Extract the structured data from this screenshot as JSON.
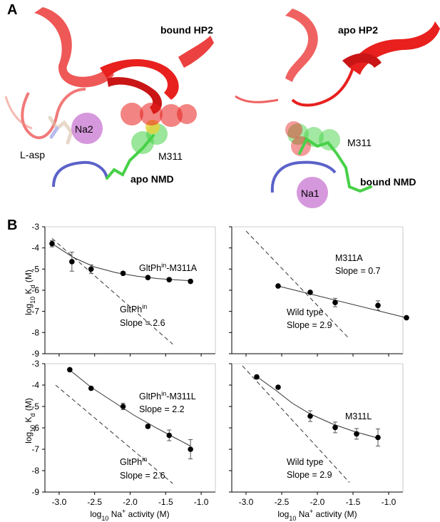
{
  "figure": {
    "panel_a_letter": "A",
    "panel_b_letter": "B"
  },
  "structure": {
    "left": {
      "bound_hp2": "bound HP2",
      "na2": "Na2",
      "l_asp": "L-asp",
      "m311": "M311",
      "apo_nmd": "apo NMD"
    },
    "right": {
      "apo_hp2": "apo HP2",
      "m311": "M311",
      "bound_nmd": "bound NMD",
      "na1": "Na1"
    },
    "colors": {
      "helix": "#e8201e",
      "loop_blue": "#5b62c8",
      "methionine": "#47d147",
      "sulfur": "#e8d23a",
      "sodium": "#cf86d6"
    }
  },
  "axes": {
    "y_ticks": [
      "-3",
      "-4",
      "-5",
      "-6",
      "-7",
      "-8",
      "-9"
    ],
    "x_ticks": [
      "-3.0",
      "-2.5",
      "-2.0",
      "-1.5",
      "-1.0"
    ],
    "y_title_prefix": "log",
    "y_title_sub": "10",
    "y_title_main": " K",
    "y_title_d": "d",
    "y_title_unit": " (M)",
    "x_title_prefix": "log",
    "x_title_sub": "10",
    "x_title_main": " Na",
    "x_title_sup": "+",
    "x_title_unit": " activity (M)"
  },
  "chart_data": [
    {
      "type": "scatter",
      "panel": "top-left",
      "xlim": [
        -3.2,
        -0.8
      ],
      "ylim": [
        -9,
        -3
      ],
      "series": [
        {
          "name": "GltPhin-M311A",
          "x": [
            -3.1,
            -2.82,
            -2.55,
            -2.1,
            -1.75,
            -1.45,
            -1.15
          ],
          "y": [
            -3.8,
            -4.65,
            -5.0,
            -5.2,
            -5.4,
            -5.5,
            -5.58
          ],
          "err": [
            0.15,
            0.45,
            0.2,
            0.08,
            0.08,
            0.08,
            0.08
          ]
        }
      ],
      "fit": {
        "x": [
          -3.1,
          -2.8,
          -2.5,
          -2.2,
          -1.9,
          -1.6,
          -1.3,
          -1.15
        ],
        "y": [
          -3.8,
          -4.45,
          -4.9,
          -5.17,
          -5.34,
          -5.45,
          -5.52,
          -5.55
        ]
      },
      "reference": {
        "slope": 2.6,
        "x": [
          -3.1,
          -1.4
        ],
        "y": [
          -3.55,
          -8.55
        ]
      },
      "labels": {
        "series_main": "GltPh",
        "series_sup": "in",
        "series_suffix": "-M311A",
        "ref_name_main": "GltPh",
        "ref_name_sup": "in",
        "ref_slope": "Slope = 2.6"
      }
    },
    {
      "type": "scatter",
      "panel": "top-right",
      "xlim": [
        -3.2,
        -0.8
      ],
      "ylim": [
        -9,
        -3
      ],
      "series": [
        {
          "name": "M311A",
          "x": [
            -2.55,
            -2.1,
            -1.75,
            -1.15,
            -0.75
          ],
          "y": [
            -5.8,
            -6.1,
            -6.58,
            -6.72,
            -7.3
          ],
          "err": [
            0.05,
            0.06,
            0.2,
            0.22,
            0.05
          ]
        }
      ],
      "fit": {
        "x": [
          -2.55,
          -0.75
        ],
        "y": [
          -5.8,
          -7.3
        ]
      },
      "reference": {
        "slope": 2.9,
        "x": [
          -3.0,
          -1.55
        ],
        "y": [
          -3.2,
          -8.3
        ]
      },
      "labels": {
        "series_name": "M311A",
        "series_slope": "Slope = 0.7",
        "ref_name": "Wild type",
        "ref_slope": "Slope = 2.9"
      }
    },
    {
      "type": "scatter",
      "panel": "bottom-left",
      "xlim": [
        -3.2,
        -0.8
      ],
      "ylim": [
        -9,
        -3
      ],
      "series": [
        {
          "name": "GltPhin-M311L",
          "x": [
            -2.85,
            -2.55,
            -2.1,
            -1.75,
            -1.45,
            -1.15
          ],
          "y": [
            -3.28,
            -4.15,
            -5.0,
            -5.93,
            -6.35,
            -7.0
          ],
          "err": [
            0.05,
            0.05,
            0.15,
            0.08,
            0.25,
            0.45
          ]
        }
      ],
      "fit": {
        "x": [
          -2.85,
          -2.55,
          -2.25,
          -1.95,
          -1.65,
          -1.35,
          -1.15
        ],
        "y": [
          -3.3,
          -4.1,
          -4.75,
          -5.4,
          -5.97,
          -6.5,
          -6.85
        ]
      },
      "reference": {
        "slope": 2.6,
        "x": [
          -3.05,
          -1.4
        ],
        "y": [
          -4.0,
          -8.6
        ]
      },
      "labels": {
        "series_main": "GltPh",
        "series_sup": "in",
        "series_suffix": "-M311L",
        "series_slope": "Slope = 2.2",
        "ref_name_main": "GltPh",
        "ref_name_sup": "in",
        "ref_slope": "Slope = 2.6"
      }
    },
    {
      "type": "scatter",
      "panel": "bottom-right",
      "xlim": [
        -3.2,
        -0.8
      ],
      "ylim": [
        -9,
        -3
      ],
      "series": [
        {
          "name": "M311L",
          "x": [
            -2.85,
            -2.55,
            -2.1,
            -1.75,
            -1.45,
            -1.15
          ],
          "y": [
            -3.62,
            -4.1,
            -5.45,
            -5.98,
            -6.28,
            -6.45
          ],
          "err": [
            0.08,
            0.05,
            0.25,
            0.25,
            0.25,
            0.4
          ]
        }
      ],
      "fit": {
        "x": [
          -2.85,
          -2.6,
          -2.35,
          -2.1,
          -1.8,
          -1.5,
          -1.15
        ],
        "y": [
          -3.6,
          -4.2,
          -4.85,
          -5.35,
          -5.8,
          -6.15,
          -6.48
        ]
      },
      "reference": {
        "slope": 2.9,
        "x": [
          -3.05,
          -1.55
        ],
        "y": [
          -3.1,
          -8.55
        ]
      },
      "labels": {
        "series_name": "M311L",
        "ref_name": "Wild type",
        "ref_slope": "Slope = 2.9"
      }
    }
  ]
}
